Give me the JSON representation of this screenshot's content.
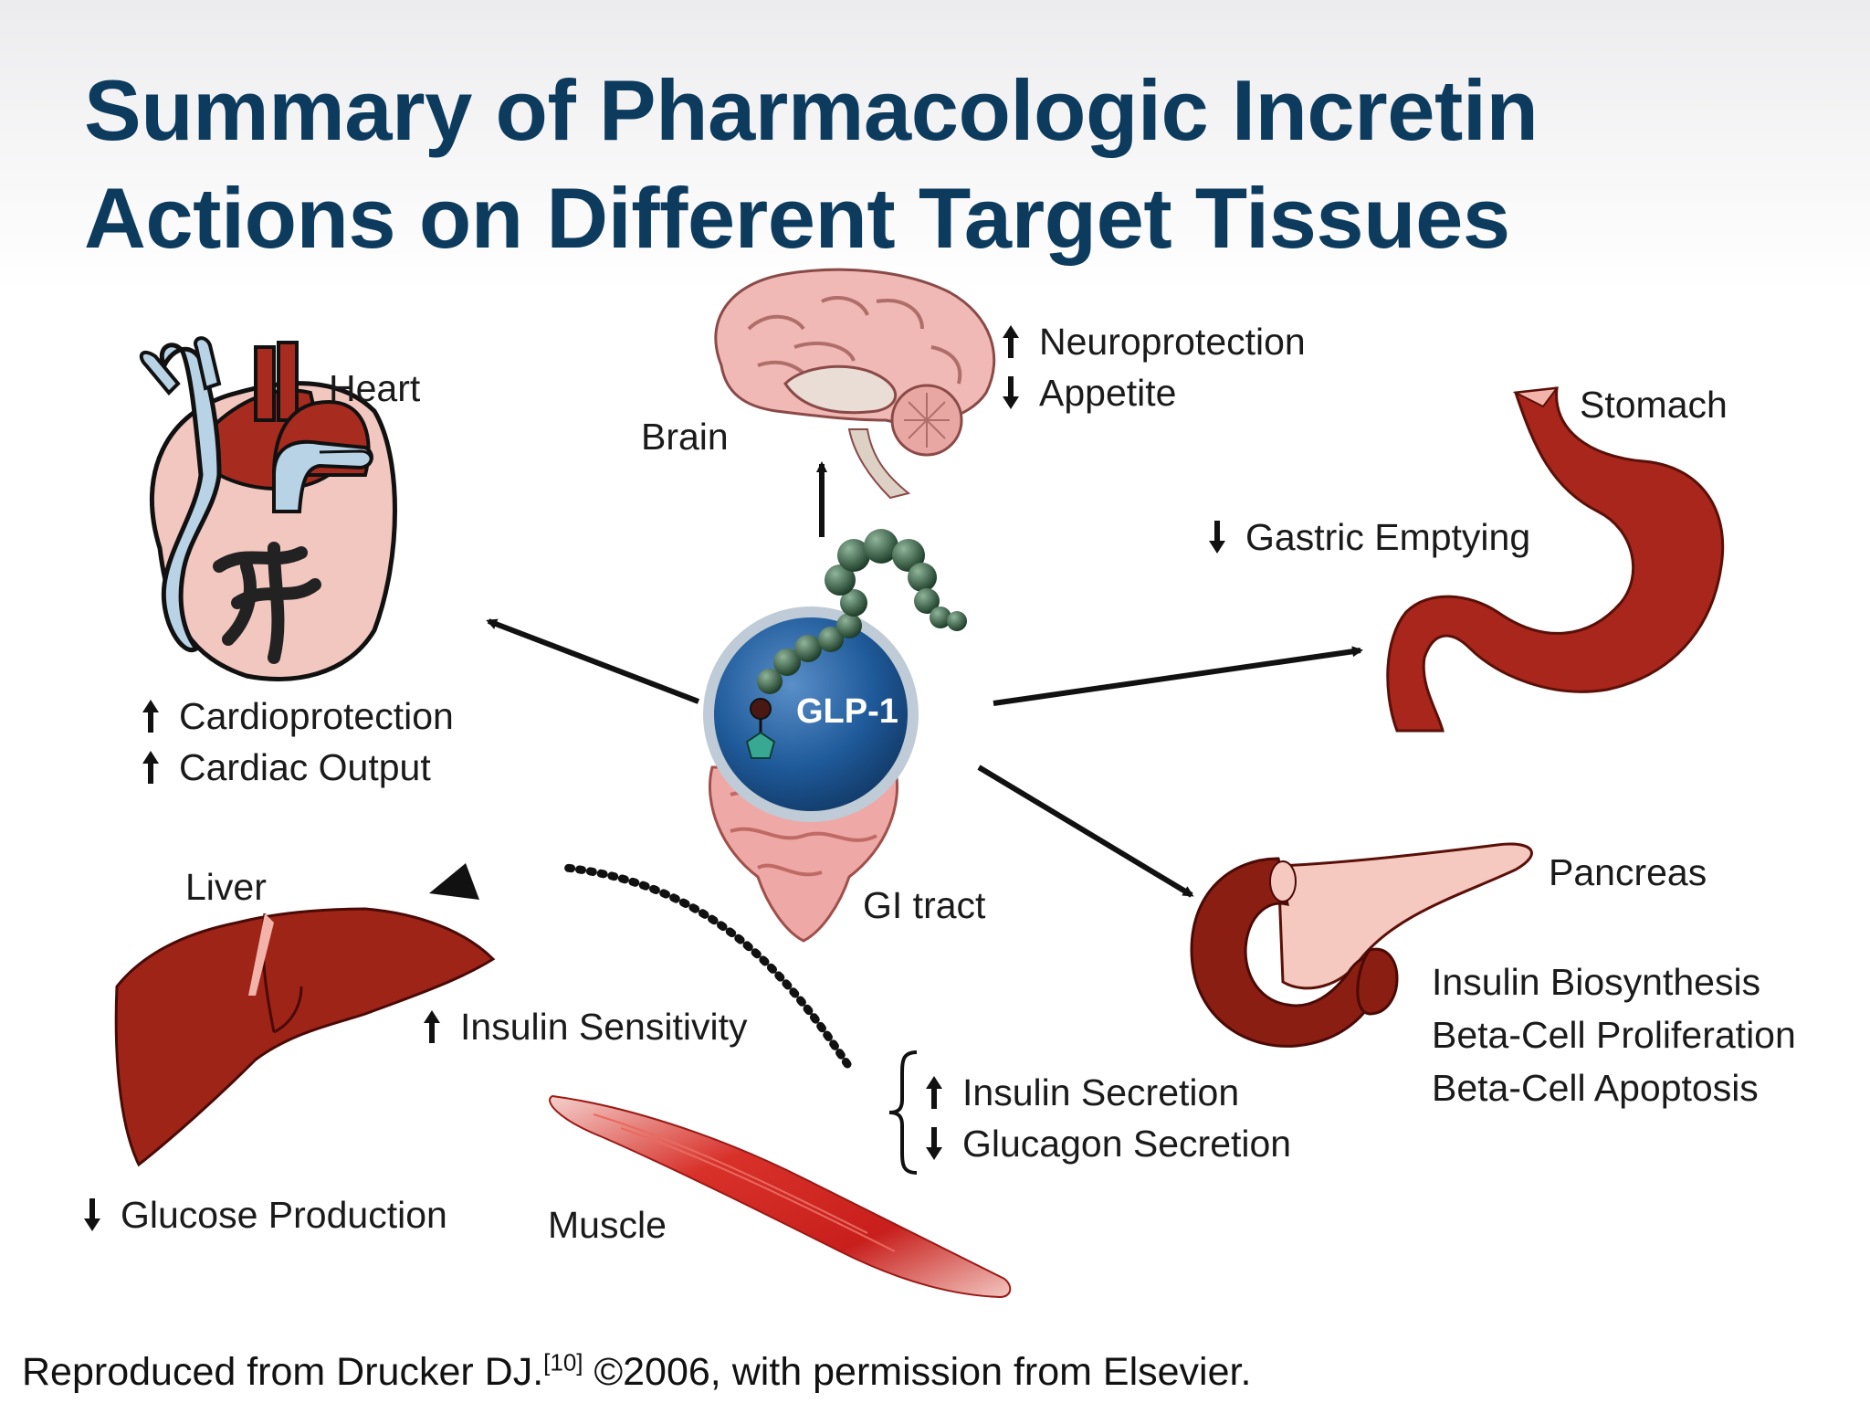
{
  "slide": {
    "title_line1": "Summary of Pharmacologic Incretin",
    "title_line2": "Actions on Different Target Tissues"
  },
  "center": {
    "label": "GLP-1"
  },
  "organs": {
    "heart": {
      "label": "Heart",
      "effects": [
        {
          "dir": "up",
          "text": "Cardioprotection"
        },
        {
          "dir": "up",
          "text": "Cardiac Output"
        }
      ]
    },
    "brain": {
      "label": "Brain",
      "effects": [
        {
          "dir": "up",
          "text": "Neuroprotection"
        },
        {
          "dir": "down",
          "text": "Appetite"
        }
      ]
    },
    "stomach": {
      "label": "Stomach",
      "effects": [
        {
          "dir": "down",
          "text": "Gastric Emptying"
        }
      ]
    },
    "pancreas": {
      "label": "Pancreas",
      "effects": [
        {
          "dir": "none",
          "text": "Insulin Biosynthesis"
        },
        {
          "dir": "none",
          "text": "Beta-Cell Proliferation"
        },
        {
          "dir": "none",
          "text": "Beta-Cell Apoptosis"
        }
      ]
    },
    "gi_tract": {
      "label": "GI tract"
    },
    "liver": {
      "label": "Liver",
      "effects": [
        {
          "dir": "down",
          "text": "Glucose Production"
        }
      ]
    },
    "muscle": {
      "label": "Muscle",
      "effects": [
        {
          "dir": "up",
          "text": "Insulin Sensitivity"
        }
      ]
    },
    "secretion_effects": [
      {
        "dir": "up",
        "text": "Insulin Secretion"
      },
      {
        "dir": "down",
        "text": "Glucagon Secretion"
      }
    ]
  },
  "citation": {
    "text": "Reproduced from Drucker DJ.",
    "ref": "[10]",
    "suffix": " ©2006, with permission from Elsevier."
  },
  "colors": {
    "title": "#0d3b5e",
    "organ_red": "#9e2418",
    "organ_dark": "#6e1410",
    "glp_blue": "#1f5a9a",
    "vessel_blue": "#b8d3e6",
    "pale_pink": "#f6c9c0",
    "peptide_green": "#3f6a4a"
  }
}
